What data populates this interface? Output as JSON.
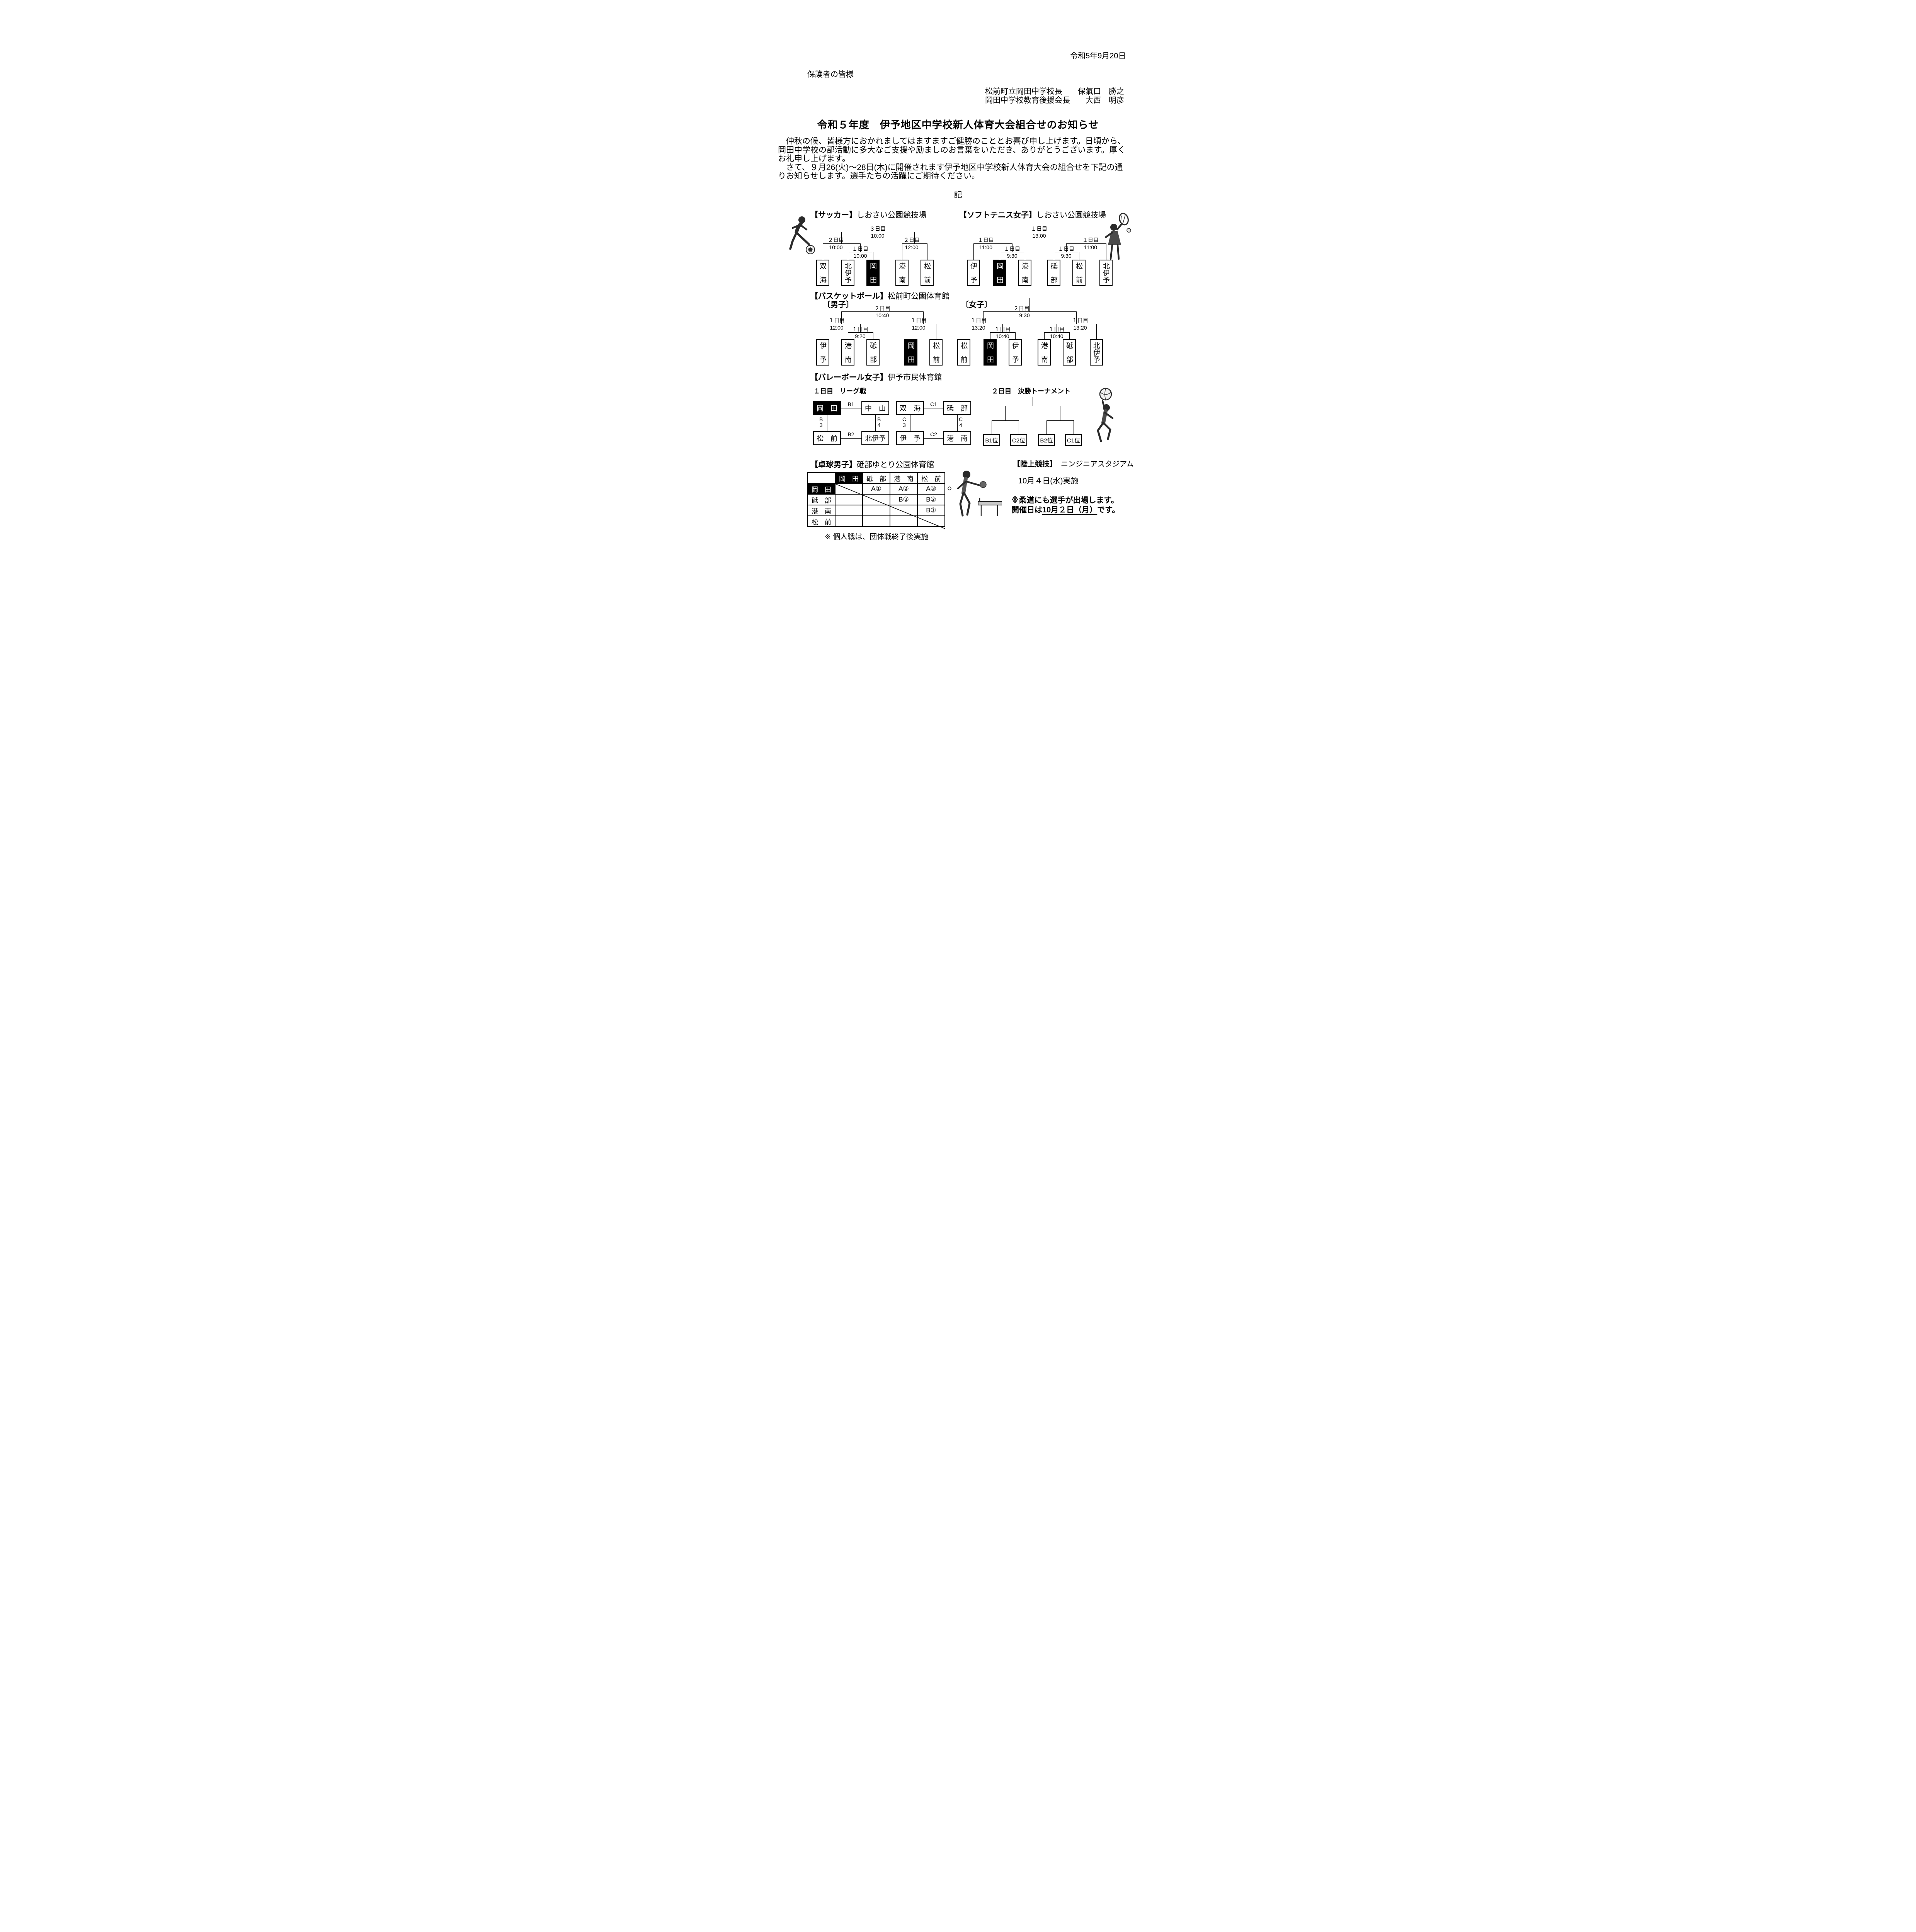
{
  "header": {
    "date": "令和5年9月20日",
    "salutation": "保護者の皆様",
    "sender1": "松前町立岡田中学校長　　保氣口　勝之",
    "sender2": "岡田中学校教育後援会長　　大西　明彦",
    "title": "令和５年度　伊予地区中学校新人体育大会組合せのお知らせ",
    "body_lines": [
      "　仲秋の候、皆様方におかれましてはますますご健勝のこととお喜び申し上げます。日頃から、",
      "岡田中学校の部活動に多大なご支援や励ましのお言葉をいただき、ありがとうございます。厚く",
      "お礼申し上げます。",
      "　さて、９月26(火)～28日(木)に開催されます伊予地区中学校新人体育大会の組合せを下記の通",
      "りお知らせします。選手たちの活躍にご期待ください。"
    ],
    "ki": "記"
  },
  "soccer": {
    "label": "【サッカー】",
    "venue": "しおさい公園競技場",
    "matches": {
      "final_day": "３日目",
      "final_time": "10:00",
      "semi_left_day": "２日目",
      "semi_left_time": "10:00",
      "sub_left_day": "１日目",
      "sub_left_time": "10:00",
      "semi_right_day": "２日目",
      "semi_right_time": "12:00"
    },
    "teams": [
      "双　海",
      "北伊予",
      "岡　田",
      "港　南",
      "松　前"
    ]
  },
  "tennis": {
    "label": "【ソフトテニス女子】",
    "venue": "しおさい公園競技場",
    "matches": {
      "final_day": "１日目",
      "final_time": "13:00",
      "semi_left_day": "１日目",
      "semi_left_time": "11:00",
      "sub_left_day": "１日目",
      "sub_left_time": "9:30",
      "sub_right_day": "１日目",
      "sub_right_time": "9:30",
      "semi_right_day": "１日目",
      "semi_right_time": "11:00"
    },
    "teams": [
      "伊　予",
      "岡　田",
      "港　南",
      "砥　部",
      "松　前",
      "北伊予"
    ]
  },
  "basketball": {
    "label": "【バスケットボール】",
    "venue": "松前町公園体育館",
    "men_label": "〔男子〕",
    "women_label": "〔女子〕",
    "men": {
      "final_day": "２日目",
      "final_time": "10:40",
      "semi_left_day": "１日目",
      "semi_left_time": "12:00",
      "sub_left_day": "１日目",
      "sub_left_time": "9:20",
      "semi_right_day": "１日目",
      "semi_right_time": "12:00",
      "teams": [
        "伊　予",
        "港　南",
        "砥　部",
        "岡　田",
        "松　前"
      ]
    },
    "women": {
      "final_day": "２日目",
      "final_time": "9:30",
      "semi_left_day": "１日目",
      "semi_left_time": "13:20",
      "sub_left_day": "１日目",
      "sub_left_time": "10:40",
      "sub_right_day": "１日目",
      "sub_right_time": "10:40",
      "semi_right_day": "１日目",
      "semi_right_time": "13:20",
      "teams": [
        "松　前",
        "岡　田",
        "伊　予",
        "港　南",
        "砥　部",
        "北伊予"
      ]
    }
  },
  "volleyball": {
    "label": "【バレーボール女子】",
    "venue": "伊予市民体育館",
    "day1_label": "１日目　リーグ戦",
    "day2_label": "２日目　決勝トーナメント",
    "league_b": {
      "tl": "岡　田",
      "tr": "中　山",
      "bl": "松　前",
      "br": "北伊予",
      "m_top": "B1",
      "m_bottom": "B2",
      "m_left": "B\n3",
      "m_right": "B\n4"
    },
    "league_c": {
      "tl": "双　海",
      "tr": "砥　部",
      "bl": "伊　予",
      "br": "港　南",
      "m_top": "C1",
      "m_bottom": "C2",
      "m_left": "C\n3",
      "m_right": "C\n4"
    },
    "final_slots": [
      "B1位",
      "C2位",
      "B2位",
      "C1位"
    ]
  },
  "tabletennis": {
    "label": "【卓球男子】",
    "venue": "砥部ゆとり公園体育館",
    "col_headers": [
      "岡　田",
      "砥　部",
      "港　南",
      "松　前"
    ],
    "row_headers": [
      "岡　田",
      "砥　部",
      "港　南",
      "松　前"
    ],
    "matrix": [
      [
        "",
        "A①",
        "A②",
        "A③"
      ],
      [
        "",
        "",
        "B③",
        "B②"
      ],
      [
        "",
        "",
        "",
        "B①"
      ],
      [
        "",
        "",
        "",
        ""
      ]
    ],
    "note": "※ 個人戦は、団体戦終了後実施"
  },
  "athletics": {
    "label": "【陸上競技】",
    "venue": "ニンジニアスタジアム",
    "date_line": "10月４日(水)実施",
    "judo_line1": "※柔道にも選手が出場します。",
    "judo2_pre": "開催日は",
    "judo2_date": "10月２日（月）",
    "judo2_post": "です。"
  }
}
